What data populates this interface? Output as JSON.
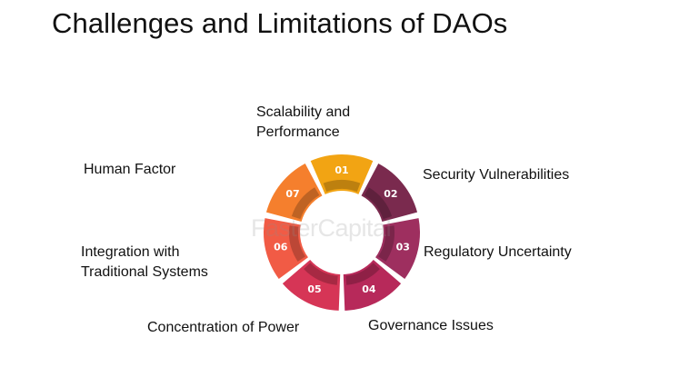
{
  "title": "Challenges and Limitations of DAOs",
  "segments": [
    {
      "number": "01",
      "label": "Scalability and\nPerformance",
      "color": "#F2A413"
    },
    {
      "number": "02",
      "label": "Security Vulnerabilities",
      "color": "#7A2A4E"
    },
    {
      "number": "03",
      "label": "Regulatory Uncertainty",
      "color": "#9E2F5F"
    },
    {
      "number": "04",
      "label": "Governance Issues",
      "color": "#B7295A"
    },
    {
      "number": "05",
      "label": "Concentration of Power",
      "color": "#D63556"
    },
    {
      "number": "06",
      "label": "Integration with\nTraditional Systems",
      "color": "#F15B45"
    },
    {
      "number": "07",
      "label": "Human Factor",
      "color": "#F57F2D"
    }
  ],
  "watermark": "FasterCapital"
}
